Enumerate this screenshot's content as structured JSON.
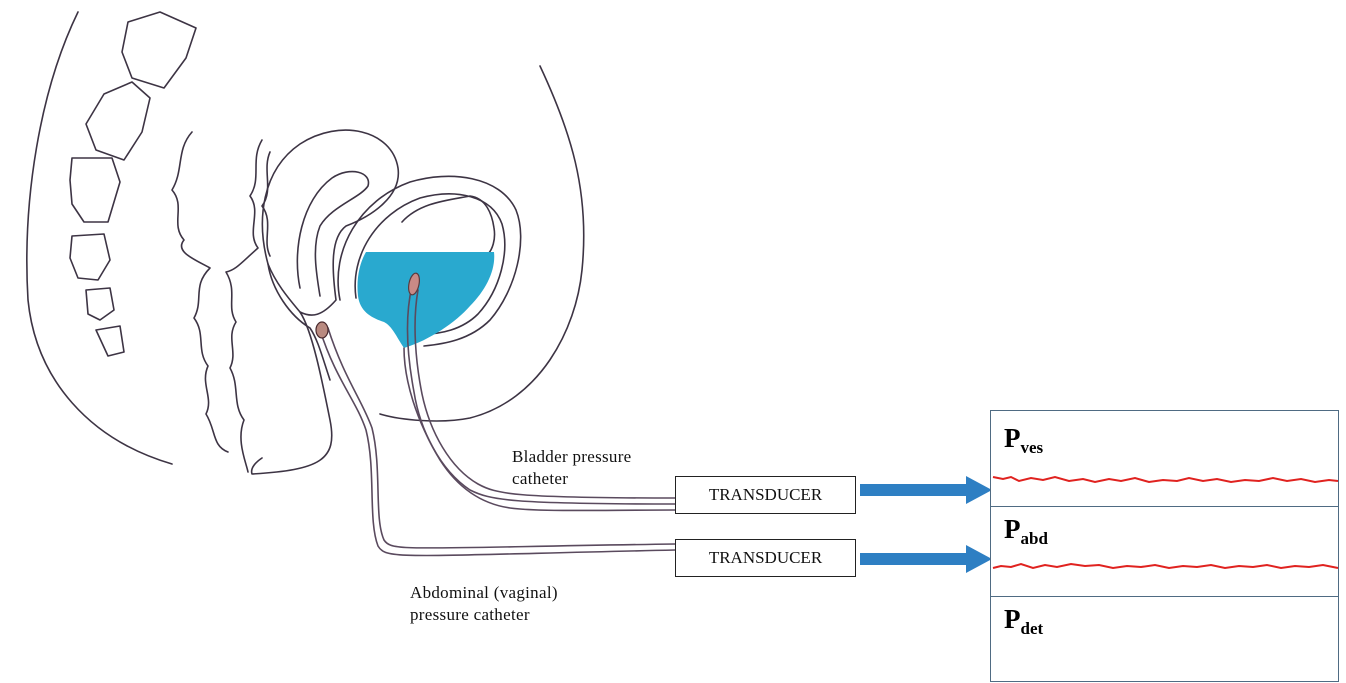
{
  "labels": {
    "bladder_catheter_line1": "Bladder pressure",
    "bladder_catheter_line2": "catheter",
    "abdominal_catheter_line1": "Abdominal (vaginal)",
    "abdominal_catheter_line2": "pressure catheter"
  },
  "transducers": {
    "bladder": "TRANSDUCER",
    "abdominal": "TRANSDUCER"
  },
  "panel": {
    "ves": {
      "main": "P",
      "sub": "ves"
    },
    "abd": {
      "main": "P",
      "sub": "abd"
    },
    "det": {
      "main": "P",
      "sub": "det"
    }
  },
  "colors": {
    "bladder_fill": "#29a9cf",
    "arrow": "#2e7fc3",
    "trace": "#e0221f",
    "panel_border": "#4f6b83",
    "line": "#5a4a5e"
  }
}
